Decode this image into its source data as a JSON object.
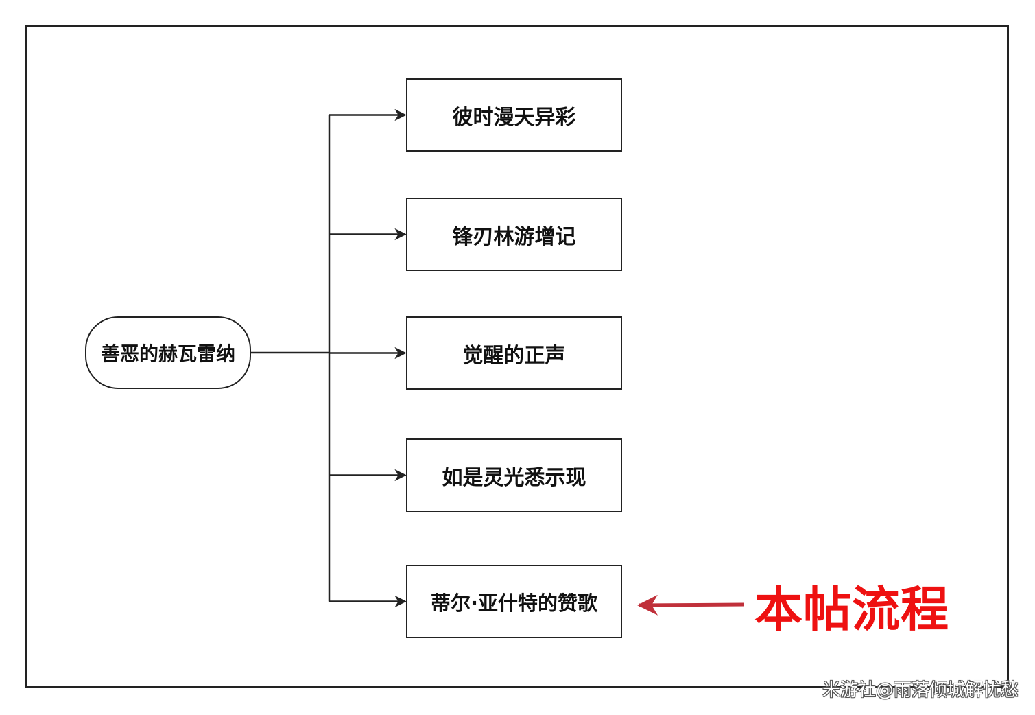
{
  "diagram": {
    "root": {
      "label": "善恶的赫瓦雷纳"
    },
    "children": [
      {
        "label": "彼时漫天异彩"
      },
      {
        "label": "锋刃林游增记"
      },
      {
        "label": "觉醒的正声"
      },
      {
        "label": "如是灵光悉示现"
      },
      {
        "label": "蒂尔·亚什特的赞歌"
      }
    ],
    "callout": {
      "label": "本帖流程",
      "color": "#ee1111",
      "points_to_child_index": 4
    }
  },
  "watermark": "米游社@雨落倾城解忧愁",
  "colors": {
    "line": "#222222",
    "callout_arrow": "#c0303a",
    "callout_text": "#ee1111"
  }
}
